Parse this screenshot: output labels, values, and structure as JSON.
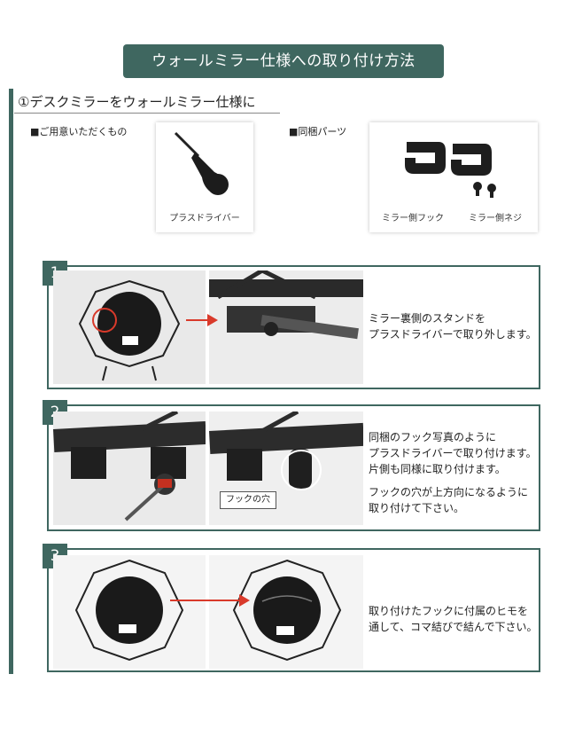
{
  "title": "ウォールミラー仕様への取り付け方法",
  "section": {
    "heading": "①デスクミラーをウォールミラー仕様に"
  },
  "prepare": {
    "label": "■ご用意いただくもの",
    "item_caption": "プラスドライバー"
  },
  "parts": {
    "label": "■同梱パーツ",
    "captions": [
      "ミラー側フック",
      "ミラー側ネジ"
    ]
  },
  "steps": [
    {
      "number": "1",
      "lines": [
        "ミラー裏側のスタンドを",
        "プラスドライバーで取り外します。"
      ]
    },
    {
      "number": "2",
      "lines": [
        "同梱のフック写真のように",
        "プラスドライバーで取り付けます。",
        "片側も同様に取り付けます。",
        "",
        "フックの穴が上方向になるように",
        "取り付けて下さい。"
      ],
      "photo_label": "フックの穴"
    },
    {
      "number": "3",
      "lines": [
        "取り付けたフックに付属のヒモを",
        "通して、コマ結びで結んで下さい。"
      ]
    }
  ],
  "colors": {
    "accent": "#3f6760",
    "arrow": "#d93a2b"
  }
}
